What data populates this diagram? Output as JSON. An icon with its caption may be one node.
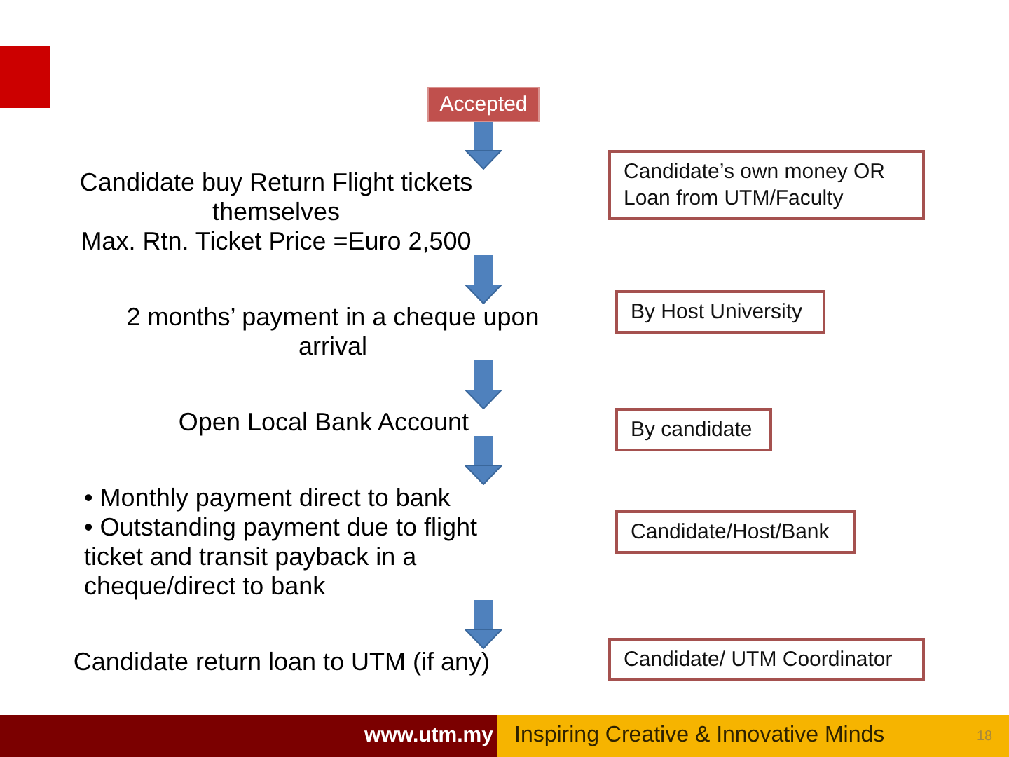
{
  "diagram": {
    "nodes": [
      {
        "text": [
          "Accepted"
        ]
      },
      {
        "text": [
          "Candidate buy Return Flight tickets themselves",
          "Max. Rtn. Ticket Price =Euro 2,500"
        ]
      },
      {
        "text": [
          "Candidate’s own money OR Loan from UTM/Faculty"
        ]
      },
      {
        "text": [
          "2 months’ payment in a cheque upon arrival"
        ]
      },
      {
        "text": [
          "By Host University"
        ]
      },
      {
        "text": [
          "Open Local Bank Account"
        ]
      },
      {
        "text": [
          "By candidate"
        ]
      },
      {
        "text": [
          "• Monthly payment direct to bank",
          "• Outstanding payment due to flight ticket and transit payback in a cheque/direct to bank"
        ]
      },
      {
        "text": [
          "Candidate/Host/Bank"
        ]
      },
      {
        "text": [
          "Candidate return loan to UTM (if any)"
        ]
      },
      {
        "text": [
          "Candidate/ UTM Coordinator"
        ]
      }
    ],
    "edges": [
      {
        "from": 0,
        "to": 1,
        "arrow": "to"
      },
      {
        "from": 1,
        "to": 3,
        "arrow": "to"
      },
      {
        "from": 3,
        "to": 5,
        "arrow": "to"
      },
      {
        "from": 5,
        "to": 7,
        "arrow": "to"
      },
      {
        "from": 7,
        "to": 9,
        "arrow": "to"
      }
    ],
    "labels": [
      "www.utm.my",
      "Inspiring Creative & Innovative Minds",
      "18"
    ]
  }
}
